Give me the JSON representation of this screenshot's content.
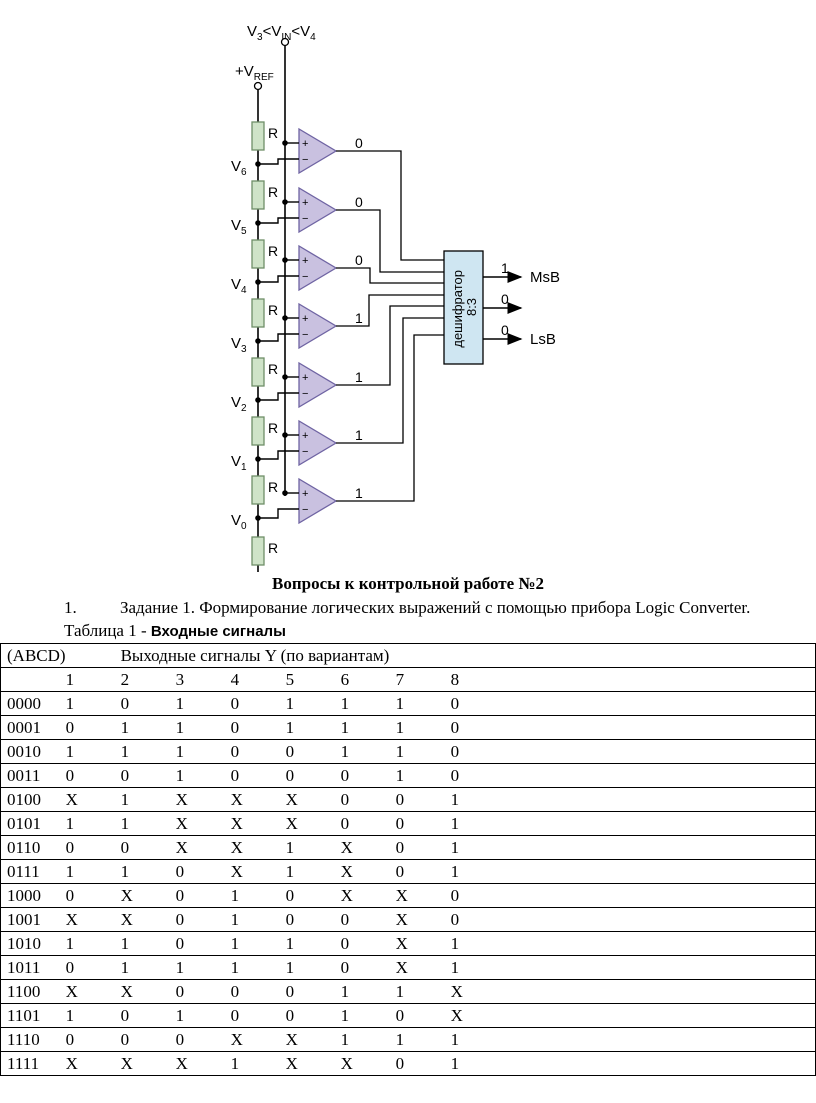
{
  "diagram": {
    "vin_label": "V3<VIN<V4",
    "vref_label": "+VREF",
    "resistor_label": "R",
    "node_labels": [
      "V6",
      "V5",
      "V4",
      "V3",
      "V2",
      "V1",
      "V0"
    ],
    "comparator_plus": "+",
    "comparator_minus": "−",
    "comparator_outputs": [
      "0",
      "0",
      "0",
      "1",
      "1",
      "1",
      "1"
    ],
    "decoder_line1": "дешифратор",
    "decoder_line2": "8:3",
    "decoder_outputs": [
      {
        "value": "1",
        "label": "MsB"
      },
      {
        "value": "0",
        "label": ""
      },
      {
        "value": "0",
        "label": "LsB"
      }
    ]
  },
  "doc": {
    "title": "Вопросы к контрольной работе №2",
    "task_number": "1.",
    "task_text": "Задание 1. Формирование логических выражений с помощью прибора Logic Converter.",
    "table_caption_prefix": "Таблица 1 - ",
    "table_caption_bold": "Входные сигналы"
  },
  "table": {
    "header_input": "(ABCD)",
    "header_output": "Выходные сигналы Y (по вариантам)",
    "variants": [
      "1",
      "2",
      "3",
      "4",
      "5",
      "6",
      "7",
      "8"
    ],
    "rows": [
      {
        "input": "0000",
        "values": [
          "1",
          "0",
          "1",
          "0",
          "1",
          "1",
          "1",
          "0"
        ]
      },
      {
        "input": "0001",
        "values": [
          "0",
          "1",
          "1",
          "0",
          "1",
          "1",
          "1",
          "0"
        ]
      },
      {
        "input": "0010",
        "values": [
          "1",
          "1",
          "1",
          "0",
          "0",
          "1",
          "1",
          "0"
        ]
      },
      {
        "input": "0011",
        "values": [
          "0",
          "0",
          "1",
          "0",
          "0",
          "0",
          "1",
          "0"
        ]
      },
      {
        "input": "0100",
        "values": [
          "X",
          "1",
          "X",
          "X",
          "X",
          "0",
          "0",
          "1"
        ]
      },
      {
        "input": "0101",
        "values": [
          "1",
          "1",
          "X",
          "X",
          "X",
          "0",
          "0",
          "1"
        ]
      },
      {
        "input": "0110",
        "values": [
          "0",
          "0",
          "X",
          "X",
          "1",
          "X",
          "0",
          "1"
        ]
      },
      {
        "input": "0111",
        "values": [
          "1",
          "1",
          "0",
          "X",
          "1",
          "X",
          "0",
          "1"
        ]
      },
      {
        "input": "1000",
        "values": [
          "0",
          "X",
          "0",
          "1",
          "0",
          "X",
          "X",
          "0"
        ]
      },
      {
        "input": "1001",
        "values": [
          "X",
          "X",
          "0",
          "1",
          "0",
          "0",
          "X",
          "0"
        ]
      },
      {
        "input": "1010",
        "values": [
          "1",
          "1",
          "0",
          "1",
          "1",
          "0",
          "X",
          "1"
        ]
      },
      {
        "input": "1011",
        "values": [
          "0",
          "1",
          "1",
          "1",
          "1",
          "0",
          "X",
          "1"
        ]
      },
      {
        "input": "1100",
        "values": [
          "X",
          "X",
          "0",
          "0",
          "0",
          "1",
          "1",
          "X"
        ]
      },
      {
        "input": "1101",
        "values": [
          "1",
          "0",
          "1",
          "0",
          "0",
          "1",
          "0",
          "X"
        ]
      },
      {
        "input": "1110",
        "values": [
          "0",
          "0",
          "0",
          "X",
          "X",
          "1",
          "1",
          "1"
        ]
      },
      {
        "input": "1111",
        "values": [
          "X",
          "X",
          "X",
          "1",
          "X",
          "X",
          "0",
          "1"
        ]
      }
    ]
  },
  "colors": {
    "comparator_fill": "#c9c1e0",
    "comparator_stroke": "#6f64a3",
    "decoder_fill": "#cfe6f2",
    "resistor_fill": "#cfe3c8",
    "resistor_stroke": "#6f8f68",
    "wire": "#000000"
  }
}
